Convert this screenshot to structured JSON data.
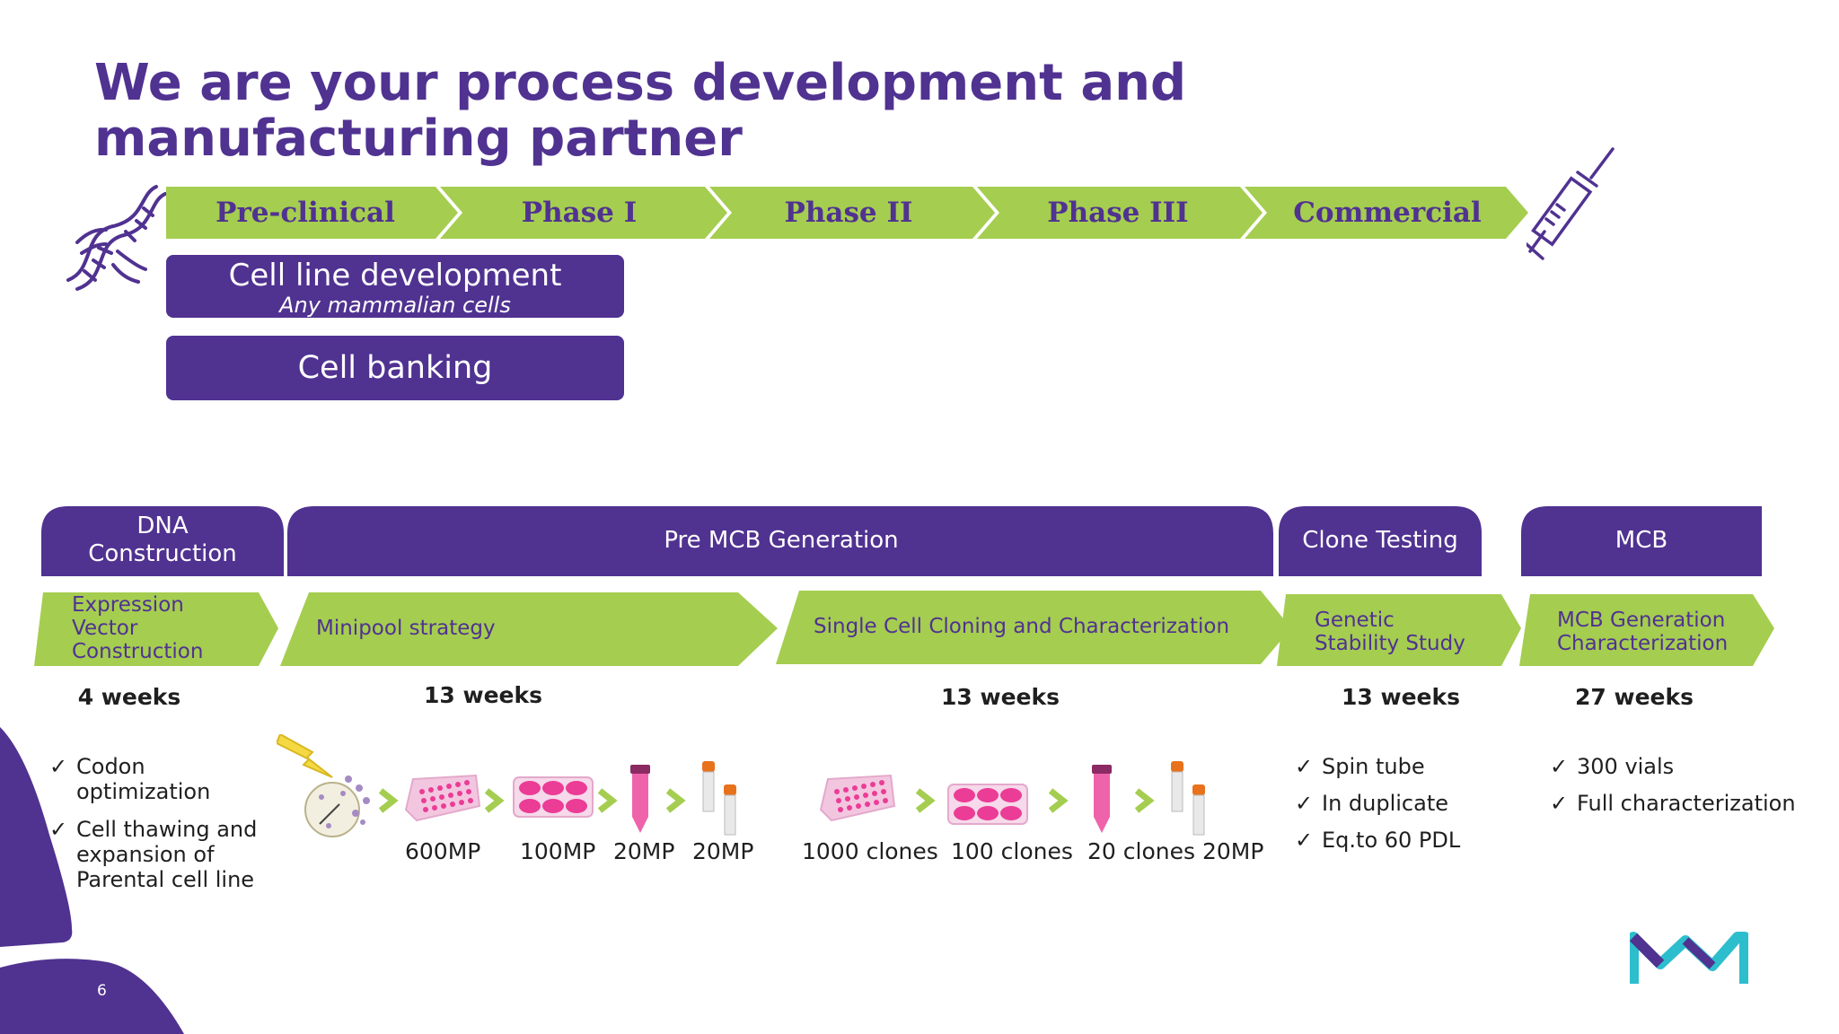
{
  "slide": {
    "title": "We are your process development and manufacturing partner",
    "page_number": "6"
  },
  "phases": [
    "Pre-clinical",
    "Phase I",
    "Phase II",
    "Phase III",
    "Commercial"
  ],
  "services": {
    "cell_line_title": "Cell line development",
    "cell_line_subtitle": "Any mammalian cells",
    "cell_banking": "Cell banking"
  },
  "timeline": {
    "headers": [
      "DNA Construction",
      "Pre MCB Generation",
      "Clone Testing",
      "MCB"
    ],
    "steps": [
      "Expression Vector Construction",
      "Minipool strategy",
      "Single Cell Cloning and Characterization",
      "Genetic Stability Study",
      "MCB Generation Characterization"
    ],
    "durations": [
      "4 weeks",
      "13 weeks",
      "13 weeks",
      "13 weeks",
      "27 weeks"
    ]
  },
  "details": {
    "dna": [
      "Codon optimization",
      "Cell thawing and expansion of Parental cell line"
    ],
    "minipool_captions": [
      "600MP",
      "100MP",
      "20MP",
      "20MP"
    ],
    "single_cell_captions": [
      "1000 clones",
      "100 clones",
      "20 clones 20MP"
    ],
    "clone_testing": [
      "Spin tube",
      "In duplicate",
      "Eq.to 60 PDL"
    ],
    "mcb": [
      "300 vials",
      "Full characterization"
    ]
  },
  "icons": [
    "dna-icon",
    "syringe-icon",
    "electroporation-icon",
    "well-plate-96-icon",
    "well-plate-6-icon",
    "tube-icon",
    "spin-tubes-icon",
    "brand-logo"
  ],
  "colors": {
    "purple": "#503291",
    "green": "#a5cd50",
    "pink": "#eb3c96",
    "cyan": "#2dbecd"
  }
}
